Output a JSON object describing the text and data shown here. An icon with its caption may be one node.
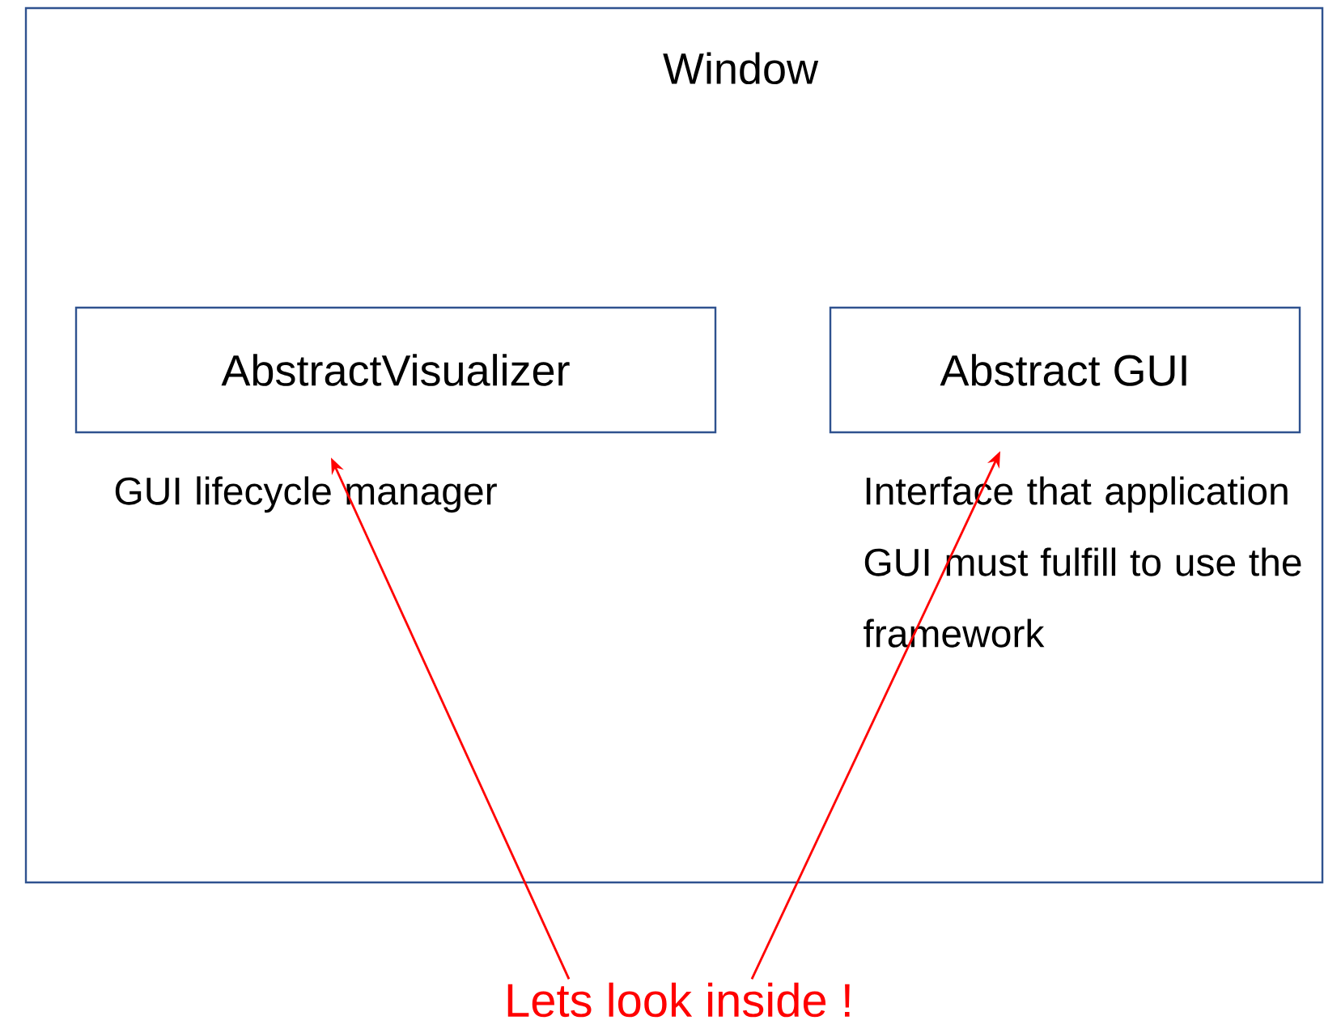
{
  "diagram": {
    "nodes": [
      {
        "text": [
          "Window"
        ]
      },
      {
        "text": [
          "AbstractVisualizer"
        ],
        "in": 0,
        "beside": [
          "GUI lifecycle manager"
        ]
      },
      {
        "text": [
          "Abstract GUI"
        ],
        "in": 0,
        "beside": [
          "Interface that application GUI must fulfill to use the framework"
        ]
      },
      {
        "text": [
          "Lets look inside !"
        ]
      }
    ],
    "edges": [
      {
        "from": 3,
        "to": 1,
        "arrow": "to",
        "color": "#ff0000"
      },
      {
        "from": 3,
        "to": 2,
        "arrow": "to",
        "color": "#ff0000"
      }
    ]
  }
}
